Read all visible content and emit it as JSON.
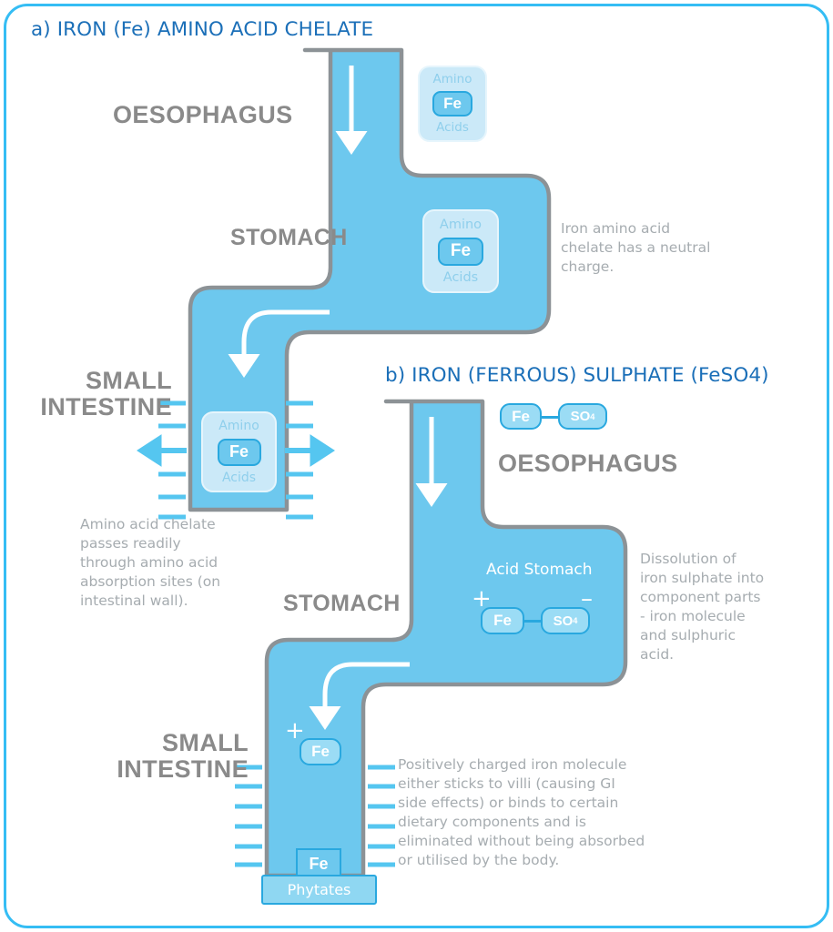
{
  "sections": {
    "a": {
      "title": "a) IRON (Fe) AMINO ACID CHELATE"
    },
    "b": {
      "title": "b) IRON (FERROUS) SULPHATE (FeSO4)"
    }
  },
  "organs": {
    "oesophagus_a": "OESOPHAGUS",
    "stomach_a": "STOMACH",
    "small_intestine_a_line1": "SMALL",
    "small_intestine_a_line2": "INTESTINE",
    "oesophagus_b": "OESOPHAGUS",
    "stomach_b": "STOMACH",
    "small_intestine_b_line1": "SMALL",
    "small_intestine_b_line2": "INTESTINE"
  },
  "chelates": {
    "top": {
      "amino": "Amino",
      "fe": "Fe",
      "acids": "Acids"
    },
    "stomach": {
      "amino": "Amino",
      "fe": "Fe",
      "acids": "Acids"
    },
    "intestine": {
      "amino": "Amino",
      "fe": "Fe",
      "acids": "Acids"
    }
  },
  "molecules": {
    "top_b": {
      "fe": "Fe",
      "so": "SO",
      "so_sub": "4"
    },
    "acid_stomach": {
      "label": "Acid Stomach",
      "fe": "Fe",
      "fe_charge": "+",
      "so": "SO",
      "so_sub": "4",
      "so_charge": "–"
    },
    "intestine_b": {
      "fe": "Fe",
      "fe_charge": "+"
    },
    "phytates": {
      "fe": "Fe",
      "phytates": "Phytates"
    }
  },
  "notes": {
    "neutral_charge": "Iron amino acid chelate has a neutral charge.",
    "absorption": "Amino acid chelate passes readily through amino acid absorption sites (on intestinal wall).",
    "dissolution": "Dissolution of iron sulphate into component parts - iron molecule and sulphuric acid.",
    "elimination": "Positively charged iron molecule either sticks to villi (causing GI side effects) or binds to certain dietary components and is eliminated without being absorbed or utilised by the body."
  },
  "colors": {
    "frame": "#35BDF4",
    "tube_fill": "#6DC8EE",
    "tube_stroke": "#8C9296",
    "title_blue": "#1B6FB8",
    "organ_gray": "#8A8A8A",
    "note_gray": "#A6ACB0",
    "villi_blue": "#55C6F0",
    "pill_border": "#29A8DF",
    "chelate_fill": "#CBE9F8",
    "arrow_white": "#FFFFFF"
  },
  "icons": {
    "arrow_down": "down-arrow-icon",
    "arrow_left": "left-arrow-icon",
    "arrow_right": "right-arrow-icon",
    "curved_arrow": "curved-arrow-icon",
    "villi": "villi-dash-icon",
    "bond": "chemical-bond-icon"
  }
}
